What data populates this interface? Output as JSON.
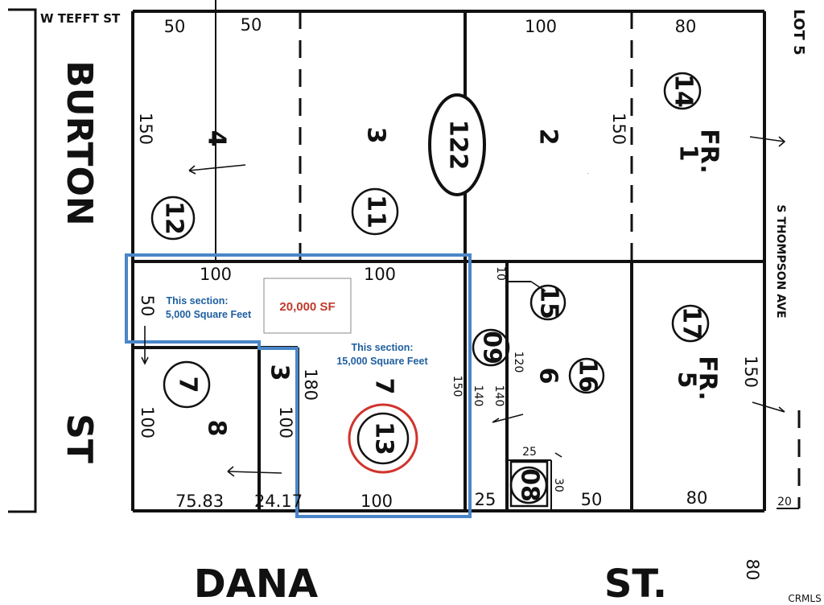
{
  "streets": {
    "w_tefft": "W TEFFT ST",
    "burton": "BURTON",
    "burton_st": "ST",
    "dana": "DANA",
    "dana_st": "ST.",
    "s_thompson": "S THOMPSON AVE",
    "lot5_note": "LOT 5"
  },
  "block_number": "122",
  "parcels_circled": [
    "12",
    "11",
    "14",
    "7",
    "13",
    "15",
    "16",
    "17",
    "09",
    "08"
  ],
  "lots": {
    "lot3_top": "3",
    "lot2": "2",
    "lot1": "1",
    "lot1_prefix": "FR.",
    "lot4": "4",
    "lot7": "7",
    "lot8": "8",
    "lot3_bottom": "3",
    "lot6": "6",
    "lot5": "5",
    "lot5_prefix": "FR."
  },
  "dimensions": {
    "top_50a": "50",
    "top_50b": "50",
    "top_100": "100",
    "top_80": "80",
    "left_150": "150",
    "mid_150": "150",
    "mid_100a": "100",
    "mid_100b": "100",
    "left_50": "50",
    "left_100": "100",
    "lot3_100": "100",
    "lot7_180": "180",
    "lot7_150": "150",
    "lot6_140a": "140",
    "lot6_140b": "140",
    "lot6_120": "120",
    "lot5_150": "150",
    "small_10": "10",
    "small_25": "25",
    "small_30": "30",
    "bot_7583": "75.83",
    "bot_2417": "24.17",
    "bot_100": "100",
    "bot_25": "25",
    "bot_50": "50",
    "bot_80": "80",
    "bot_20": "20",
    "side_80": "80"
  },
  "annotations": {
    "section_small_line1": "This section:",
    "section_small_line2": "5,000 Square Feet",
    "total_sf": "20,000 SF",
    "section_large_line1": "This section:",
    "section_large_line2": "15,000 Square Feet"
  },
  "watermark": "CRMLS",
  "colors": {
    "highlight_outline": "#4a86c8",
    "highlight_circle": "#d0342c",
    "annotation_blue": "#1f5fa0",
    "annotation_red": "#c0392b",
    "line": "#111111"
  }
}
